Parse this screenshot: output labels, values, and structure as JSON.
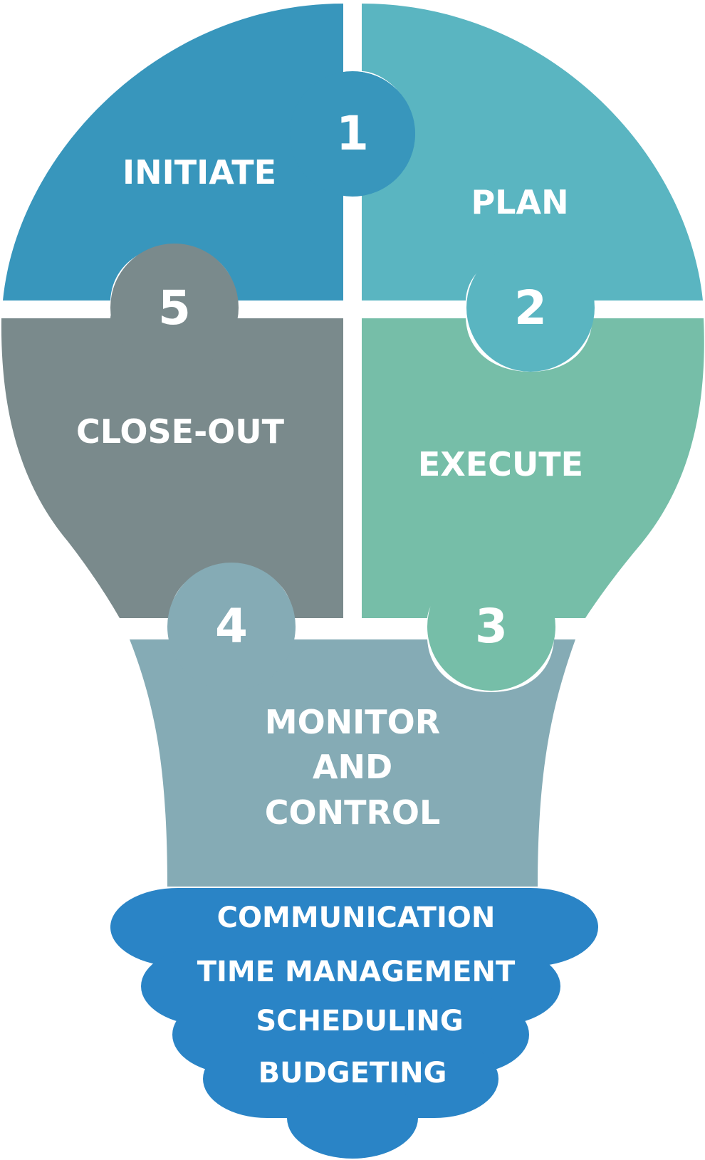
{
  "colors": {
    "initiate": "#3896bc",
    "plan": "#5ab5c1",
    "execute": "#76bea8",
    "close_out": "#7a8a8c",
    "monitor": "#85abb5",
    "base": "#2a84c6",
    "text": "#ffffff"
  },
  "phases": {
    "initiate": {
      "number": "1",
      "label": "INITIATE"
    },
    "plan": {
      "number": "2",
      "label": "PLAN"
    },
    "execute": {
      "number": "3",
      "label": "EXECUTE"
    },
    "monitor": {
      "number": "4",
      "label_lines": [
        "MONITOR",
        "AND",
        "CONTROL"
      ]
    },
    "close_out": {
      "number": "5",
      "label": "CLOSE-OUT"
    }
  },
  "skills": [
    "COMMUNICATION",
    "TIME MANAGEMENT",
    "SCHEDULING",
    "BUDGETING"
  ]
}
